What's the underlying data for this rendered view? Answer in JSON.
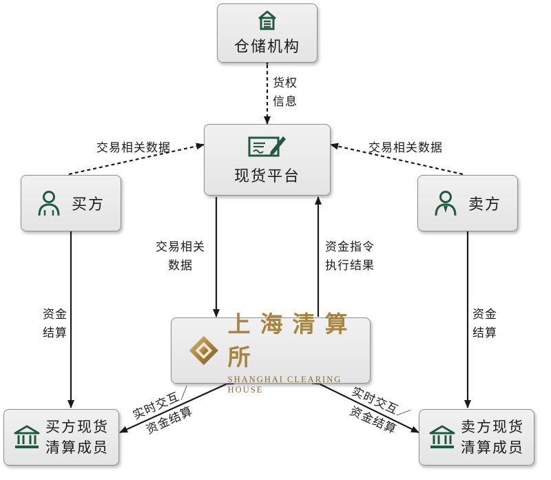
{
  "nodes": {
    "warehouse": {
      "label": "仓储机构",
      "icon": "warehouse-icon"
    },
    "platform": {
      "label": "现货平台",
      "icon": "signed-document-icon"
    },
    "buyer": {
      "label": "买方",
      "icon": "person-icon"
    },
    "seller": {
      "label": "卖方",
      "icon": "person-icon"
    },
    "clearing_house": {
      "title": "上海清算所",
      "subtitle": "SHANGHAI CLEARING HOUSE",
      "icon": "shch-logo-icon"
    },
    "buyer_member": {
      "line1": "买方现货",
      "line2": "清算成员",
      "icon": "bank-icon"
    },
    "seller_member": {
      "line1": "卖方现货",
      "line2": "清算成员",
      "icon": "bank-icon"
    }
  },
  "edges": {
    "warehouse_platform": {
      "line1": "货权",
      "line2": "信息"
    },
    "buyer_platform": {
      "line1": "交易相关数据"
    },
    "seller_platform": {
      "line1": "交易相关数据"
    },
    "platform_clearing": {
      "line1": "交易相关",
      "line2": "数据"
    },
    "clearing_platform": {
      "line1": "资金指令",
      "line2": "执行结果"
    },
    "buyer_member_settle": {
      "line1": "资金",
      "line2": "结算"
    },
    "seller_member_settle": {
      "line1": "资金",
      "line2": "结算"
    },
    "clearing_buyer_member": {
      "line1": "实时交互／",
      "line2": "资金结算"
    },
    "clearing_seller_member": {
      "line1": "实时交互／",
      "line2": "资金结算"
    }
  },
  "colors": {
    "icon_green": "#1f5a3e",
    "logo_gold": "#a8843e",
    "arrow": "#1a1a1a",
    "box_border": "#8e8e8e"
  }
}
